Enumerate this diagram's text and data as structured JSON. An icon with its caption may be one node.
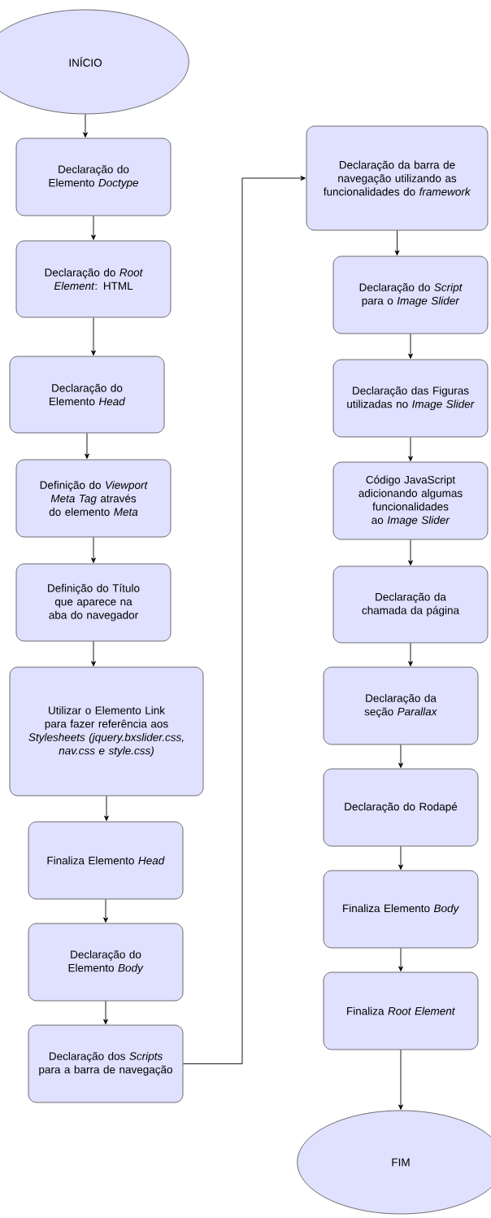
{
  "diagram": {
    "nodes": [
      {
        "text": [
          "INÍCIO"
        ]
      },
      {
        "text": [
          "Declaração do Elemento *Doctype*"
        ]
      },
      {
        "text": [
          "Declaração do *Root Element*: HTML"
        ]
      },
      {
        "text": [
          "Declaração do Elemento *Head*"
        ]
      },
      {
        "text": [
          "Definição do *Viewport Meta Tag* através do elemento *Meta*"
        ]
      },
      {
        "text": [
          "Definição do Título que aparece na aba do navegador"
        ]
      },
      {
        "text": [
          "Utilizar o Elemento Link para fazer referência aos *Stylesheets (jquery.bxslider.css, nav.css e style.css)*"
        ]
      },
      {
        "text": [
          "Finaliza Elemento *Head*"
        ]
      },
      {
        "text": [
          "Declaração do Elemento *Body*"
        ]
      },
      {
        "text": [
          "Declaração dos *Scripts* para a barra de navegação"
        ]
      },
      {
        "text": [
          "Declaração da barra de navegação utilizando as funcionalidades do *framework*"
        ]
      },
      {
        "text": [
          "Declaração do *Script* para o *Image Slider*"
        ]
      },
      {
        "text": [
          "Declaração das Figuras utilizadas no *Image Slider*"
        ]
      },
      {
        "text": [
          "Código JavaScript adicionando algumas funcionalidades ao *Image Slider*"
        ]
      },
      {
        "text": [
          "Declaração da chamada da página"
        ]
      },
      {
        "text": [
          "Declaração da seção *Parallax*"
        ]
      },
      {
        "text": [
          "Declaração do Rodapé"
        ]
      },
      {
        "text": [
          "Finaliza Elemento *Body*"
        ]
      },
      {
        "text": [
          "Finaliza *Root Element*"
        ]
      },
      {
        "text": [
          "FIM"
        ]
      }
    ],
    "edges": [
      {
        "from": 0,
        "to": 1,
        "arrow": "to"
      },
      {
        "from": 1,
        "to": 2,
        "arrow": "to"
      },
      {
        "from": 2,
        "to": 3,
        "arrow": "to"
      },
      {
        "from": 3,
        "to": 4,
        "arrow": "to"
      },
      {
        "from": 4,
        "to": 5,
        "arrow": "to"
      },
      {
        "from": 5,
        "to": 6,
        "arrow": "to"
      },
      {
        "from": 6,
        "to": 7,
        "arrow": "to"
      },
      {
        "from": 7,
        "to": 8,
        "arrow": "to"
      },
      {
        "from": 8,
        "to": 9,
        "arrow": "to"
      },
      {
        "from": 9,
        "to": 10,
        "arrow": "to"
      },
      {
        "from": 10,
        "to": 11,
        "arrow": "to"
      },
      {
        "from": 11,
        "to": 12,
        "arrow": "to"
      },
      {
        "from": 12,
        "to": 13,
        "arrow": "to"
      },
      {
        "from": 13,
        "to": 14,
        "arrow": "to"
      },
      {
        "from": 14,
        "to": 15,
        "arrow": "to"
      },
      {
        "from": 15,
        "to": 16,
        "arrow": "to"
      },
      {
        "from": 16,
        "to": 17,
        "arrow": "to"
      },
      {
        "from": 17,
        "to": 18,
        "arrow": "to"
      },
      {
        "from": 18,
        "to": 19,
        "arrow": "to"
      }
    ]
  }
}
